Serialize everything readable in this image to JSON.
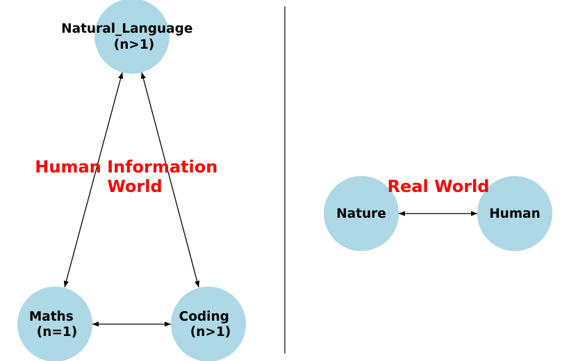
{
  "colors": {
    "node_fill": "#add8e6",
    "world_label": "#ff0000",
    "edge": "#000000",
    "text": "#000000"
  },
  "left_panel": {
    "world_label_lines": [
      "Human Information",
      "World"
    ],
    "nodes": {
      "natural_language": {
        "lines": [
          "Natural_Language",
          "(n>1)"
        ]
      },
      "maths": {
        "lines": [
          "Maths",
          "(n=1)"
        ]
      },
      "coding": {
        "lines": [
          "Coding",
          "(n>1)"
        ]
      }
    },
    "edges": [
      {
        "from": "natural_language",
        "to": "maths",
        "direction": "both"
      },
      {
        "from": "natural_language",
        "to": "coding",
        "direction": "both"
      },
      {
        "from": "maths",
        "to": "coding",
        "direction": "both"
      }
    ]
  },
  "right_panel": {
    "world_label_lines": [
      "Real World"
    ],
    "nodes": {
      "nature": {
        "lines": [
          "Nature"
        ]
      },
      "human": {
        "lines": [
          "Human"
        ]
      }
    },
    "edges": [
      {
        "from": "nature",
        "to": "human",
        "direction": "both"
      }
    ]
  }
}
